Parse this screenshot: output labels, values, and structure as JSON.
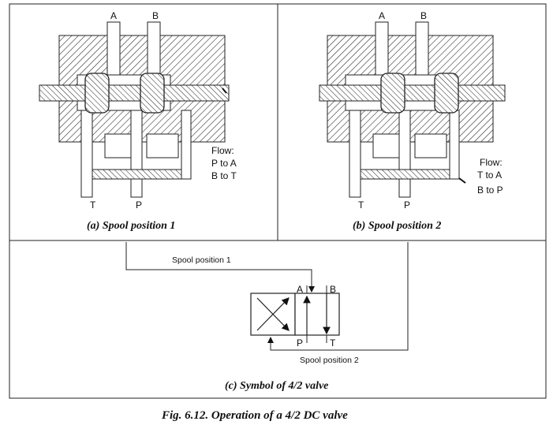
{
  "panel_a": {
    "caption": "(a) Spool position 1",
    "port_a": "A",
    "port_b": "B",
    "port_t": "T",
    "port_p": "P",
    "flow_title": "Flow:",
    "flow_line1": "P to A",
    "flow_line2": "B to T"
  },
  "panel_b": {
    "caption": "(b) Spool position 2",
    "port_a": "A",
    "port_b": "B",
    "port_t": "T",
    "port_p": "P",
    "flow_title": "Flow:",
    "flow_line1": "T to A",
    "flow_line2": "B to P"
  },
  "panel_c": {
    "caption": "(c) Symbol of 4/2 valve",
    "label_top": "Spool position 1",
    "label_bottom": "Spool position 2",
    "port_a": "A",
    "port_b": "B",
    "port_p": "P",
    "port_t": "T"
  },
  "figure_caption": "Fig. 6.12. Operation of a 4/2 DC valve"
}
